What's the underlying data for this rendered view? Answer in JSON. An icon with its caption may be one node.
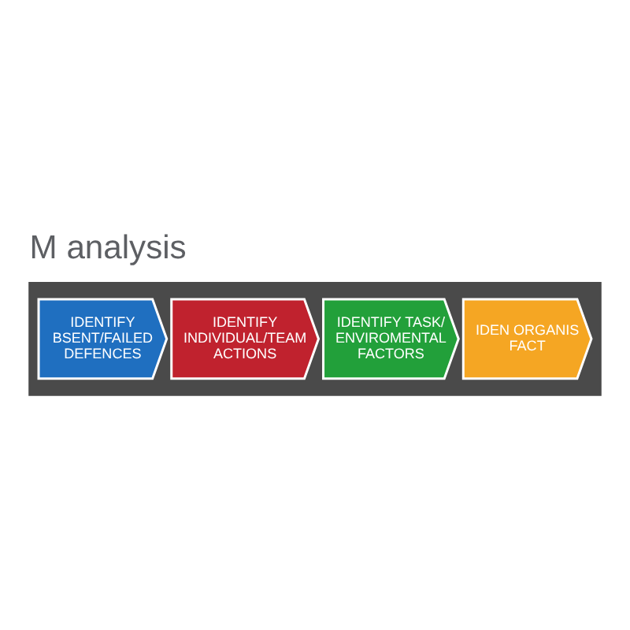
{
  "diagram": {
    "title": "M analysis",
    "nodes": [
      {
        "text": [],
        "shape": "box"
      },
      {
        "text": [
          "IDENTIFY BSENT/FAILED DEFENCES"
        ],
        "in": 0
      },
      {
        "text": [
          "IDENTIFY INDIVIDUAL/TEAM ACTIONS"
        ],
        "in": 0
      },
      {
        "text": [
          "IDENTIFY TASK/ ENVIROMENTAL FACTORS"
        ],
        "in": 0
      },
      {
        "text": [
          "IDEN ORGANIS FACT"
        ],
        "in": 0
      }
    ]
  }
}
